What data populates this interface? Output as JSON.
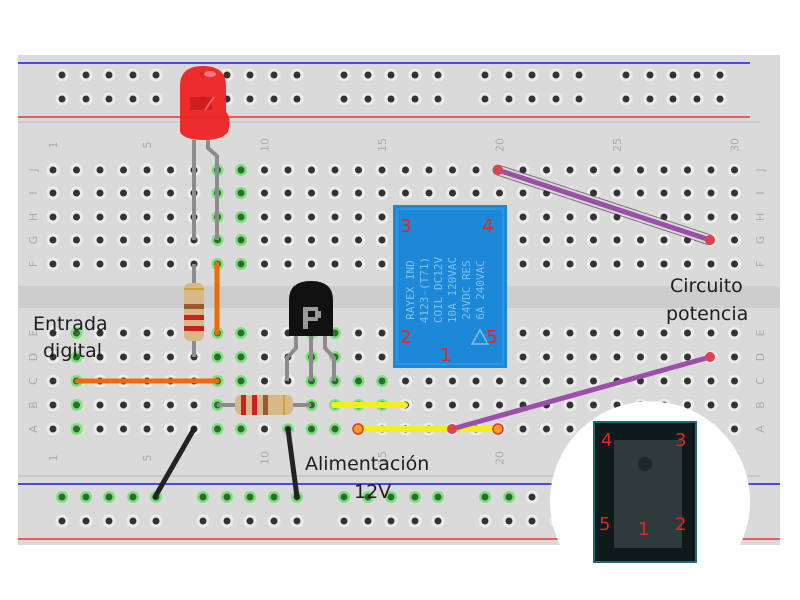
{
  "title": "Relay breadboard circuit",
  "breadboard": {
    "columns": 30,
    "rows_top": [
      "J",
      "I",
      "H",
      "G",
      "F"
    ],
    "rows_bottom": [
      "E",
      "D",
      "C",
      "B",
      "A"
    ],
    "column_labels": [
      "1",
      "5",
      "10",
      "15",
      "20",
      "25",
      "30"
    ],
    "rail_colors": {
      "negative": "#1a1ae0",
      "positive": "#ee3333"
    },
    "body_color": "#d9d9d9"
  },
  "labels": {
    "input": [
      "Entrada",
      "digital"
    ],
    "power": [
      "Alimentación",
      "12V"
    ],
    "load": [
      "Circuito",
      "potencia"
    ]
  },
  "relay": {
    "brand_text": [
      "RAYEX  IND",
      "4123-(T71)",
      "COIL DC12V",
      "10A  120VAC",
      "24VDC  RES",
      "6A   240VAC"
    ],
    "pins_top_view": {
      "top_left": "3",
      "top_right": "4",
      "bottom_left": "2",
      "bottom_right": "5",
      "bottom_center": "1"
    },
    "pins_bottom_view": {
      "top_left": "4",
      "top_right": "3",
      "bottom_left": "5",
      "bottom_right": "2",
      "bottom_center": "1"
    },
    "color": "#1e88d8"
  },
  "components": {
    "led": {
      "color": "#ee2222"
    },
    "transistor": {
      "marking": "P"
    },
    "wires": [
      {
        "name": "orange-wire-vertical",
        "color": "#f06a0a"
      },
      {
        "name": "orange-wire-horizontal",
        "color": "#f06a0a"
      },
      {
        "name": "yellow-wire-top",
        "color": "#f2ee22"
      },
      {
        "name": "yellow-wire-bottom",
        "color": "#f2ee22"
      },
      {
        "name": "purple-wire-top",
        "color": "#9b4fa8"
      },
      {
        "name": "purple-wire-bottom",
        "color": "#9b4fa8"
      },
      {
        "name": "black-wire-left",
        "color": "#222222"
      },
      {
        "name": "black-wire-right",
        "color": "#222222"
      }
    ]
  }
}
